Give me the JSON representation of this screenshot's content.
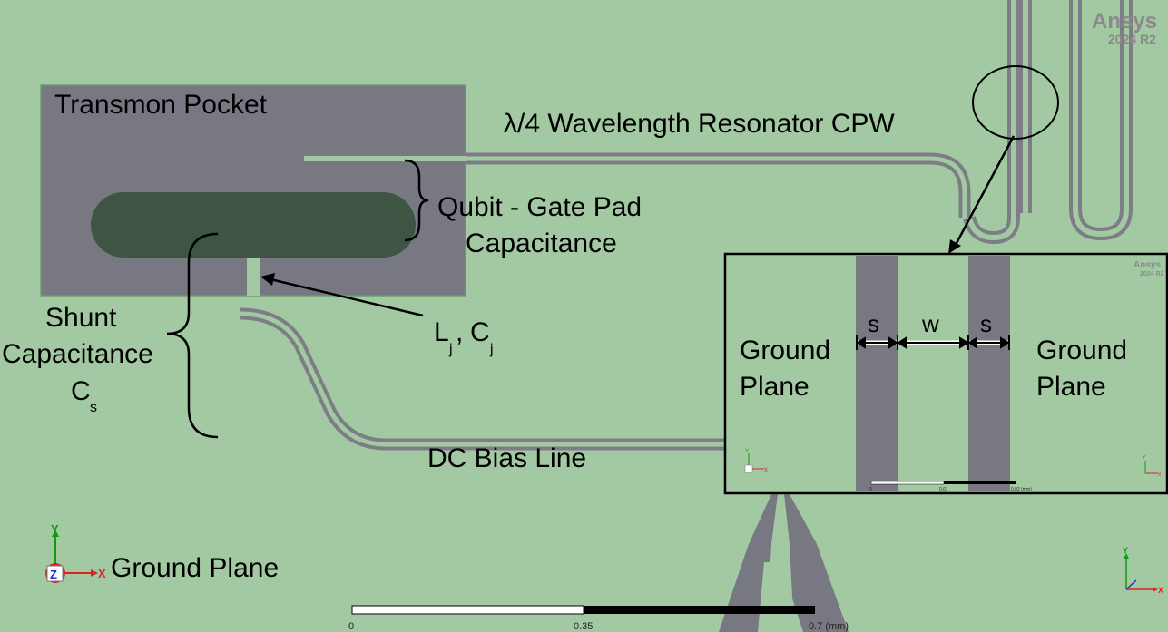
{
  "brand": {
    "name": "Ansys",
    "version": "2024 R2"
  },
  "labels": {
    "transmon_pocket": "Transmon Pocket",
    "resonator": "λ/4 Wavelength Resonator CPW",
    "gate_pad_line1": "Qubit - Gate Pad",
    "gate_pad_line2": "Capacitance",
    "junction_L": "L",
    "junction_L_sub": "j",
    "junction_sep": " ,",
    "junction_C": "C",
    "junction_C_sub": "j",
    "shunt_line1": "Shunt",
    "shunt_line2": "Capacitance",
    "shunt_C": "C",
    "shunt_C_sub": "s",
    "dc_bias": "DC Bias Line",
    "ground_plane": "Ground Plane"
  },
  "inset": {
    "left_ground_line1": "Ground",
    "left_ground_line2": "Plane",
    "right_ground_line1": "Ground",
    "right_ground_line2": "Plane",
    "gap_s_left": "s",
    "trace_w": "w",
    "gap_s_right": "s",
    "scale_ticks": [
      "0",
      "0.01",
      "0.02 (mm)"
    ]
  },
  "axes": {
    "x": "X",
    "y": "Y",
    "z": "Z"
  },
  "scale_bar": {
    "ticks": [
      "0",
      "0.35",
      "0.7 (mm)"
    ]
  },
  "colors": {
    "background": "#a3c9a3",
    "metal_gap": "#787882",
    "qubit_pad": "#3e5543",
    "trace": "#a3c9a3",
    "ellipse_stroke": "#000000",
    "axis_x": "#dd2222",
    "axis_y": "#119911"
  }
}
